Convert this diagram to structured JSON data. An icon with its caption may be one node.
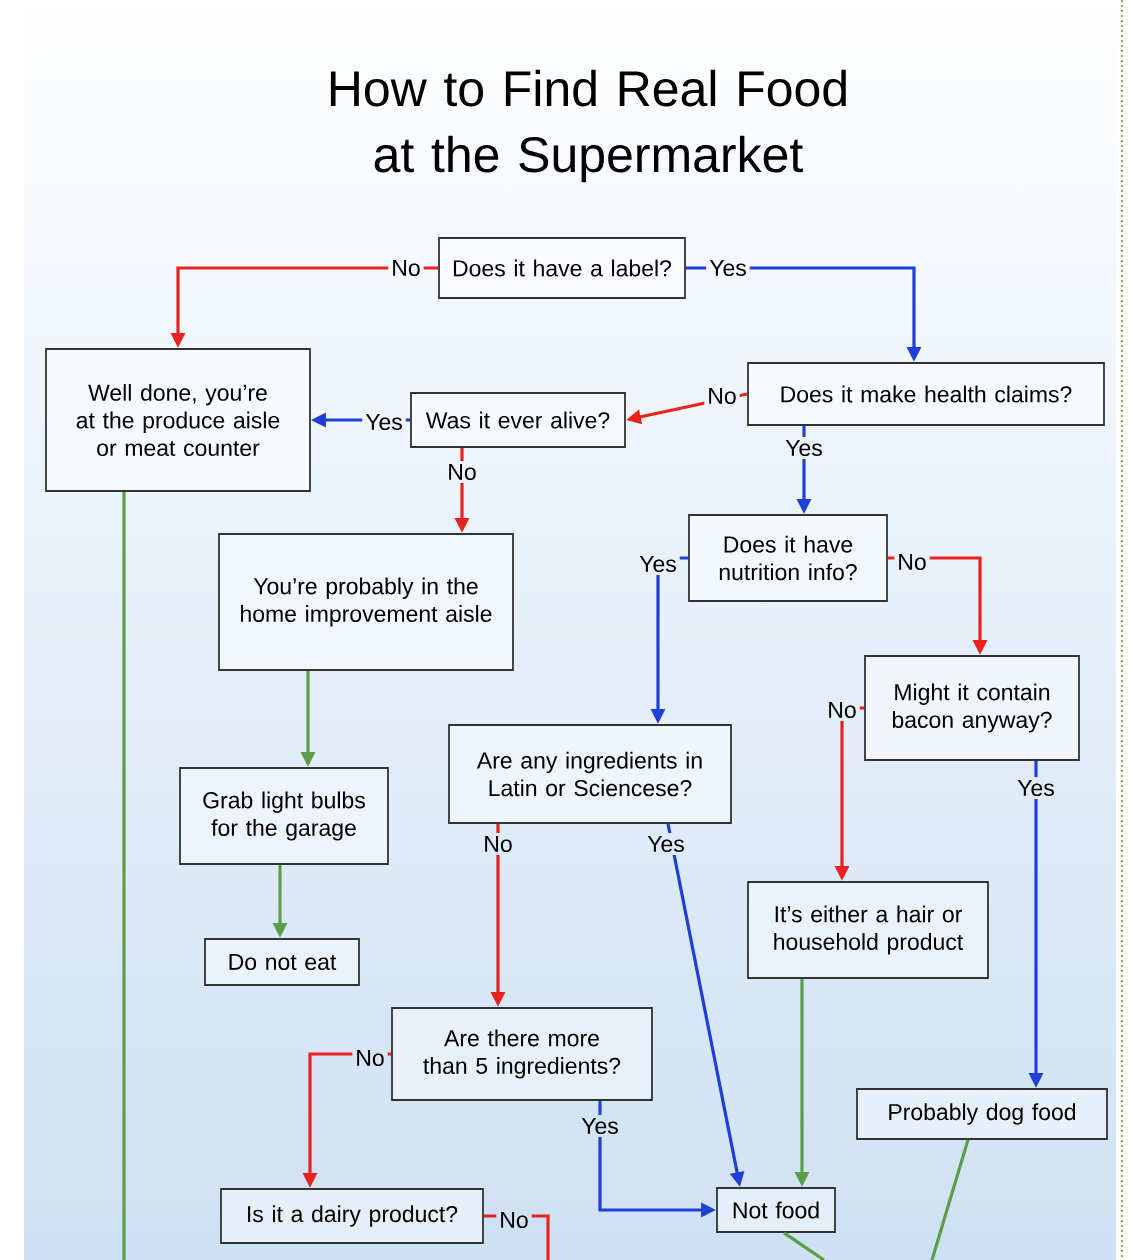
{
  "diagram": {
    "title": "How to Find Real Food at the Supermarket",
    "nodes": [
      {
        "text": [
          "Does it have a label?"
        ]
      },
      {
        "text": [
          "Well done, you’re at the produce aisle or meat counter"
        ]
      },
      {
        "text": [
          "Does it make health claims?"
        ]
      },
      {
        "text": [
          "Was it ever alive?"
        ]
      },
      {
        "text": [
          "Does it have nutrition info?"
        ]
      },
      {
        "text": [
          "You’re probably in the home improvement aisle"
        ]
      },
      {
        "text": [
          "Might it contain bacon anyway?"
        ]
      },
      {
        "text": [
          "Are any ingredients in Latin or Sciencese?"
        ]
      },
      {
        "text": [
          "Grab light bulbs for the garage"
        ]
      },
      {
        "text": [
          "It’s either a hair or household product"
        ]
      },
      {
        "text": [
          "Do not eat"
        ]
      },
      {
        "text": [
          "Are there more than 5 ingredients?"
        ]
      },
      {
        "text": [
          "Probably dog food"
        ]
      },
      {
        "text": [
          "Not food"
        ]
      },
      {
        "text": [
          "Is it a dairy product?"
        ]
      }
    ],
    "edges": [
      {
        "from": 0,
        "to": 1,
        "arrow": "to",
        "label": "No"
      },
      {
        "from": 0,
        "to": 2,
        "arrow": "to",
        "label": "Yes",
        "color": "#1f3fd8"
      },
      {
        "from": 2,
        "to": 3,
        "arrow": "to",
        "label": "No"
      },
      {
        "from": 3,
        "to": 1,
        "arrow": "to",
        "label": "Yes",
        "color": "#1f3fd8"
      },
      {
        "from": 3,
        "to": 5,
        "arrow": "to",
        "label": "No"
      },
      {
        "from": 2,
        "to": 4,
        "arrow": "to",
        "label": "Yes",
        "color": "#1f3fd8"
      },
      {
        "from": 4,
        "to": 7,
        "arrow": "to",
        "label": "Yes",
        "color": "#1f3fd8"
      },
      {
        "from": 4,
        "to": 6,
        "arrow": "to",
        "label": "No"
      },
      {
        "from": 6,
        "to": 9,
        "arrow": "to",
        "label": "No"
      },
      {
        "from": 6,
        "to": 12,
        "arrow": "to",
        "label": "Yes",
        "color": "#1f3fd8"
      },
      {
        "from": 5,
        "to": 8,
        "arrow": "to",
        "color": "#5a9e4a"
      },
      {
        "from": 8,
        "to": 10,
        "arrow": "to",
        "color": "#5a9e4a"
      },
      {
        "from": 7,
        "to": 11,
        "arrow": "to",
        "label": "No"
      },
      {
        "from": 7,
        "to": 13,
        "arrow": "to",
        "label": "Yes",
        "color": "#1f3fd8"
      },
      {
        "from": 9,
        "to": 13,
        "arrow": "to",
        "color": "#5a9e4a"
      },
      {
        "from": 11,
        "to": 14,
        "arrow": "to",
        "label": "No"
      },
      {
        "from": 11,
        "to": 13,
        "arrow": "to",
        "label": "Yes",
        "color": "#1f3fd8"
      },
      {
        "from": 1,
        "to": null,
        "arrow": "none",
        "color": "#5a9e4a"
      },
      {
        "from": 13,
        "to": null,
        "arrow": "none",
        "color": "#5a9e4a"
      },
      {
        "from": 12,
        "to": null,
        "arrow": "none",
        "color": "#5a9e4a"
      },
      {
        "from": 14,
        "to": null,
        "arrow": "none",
        "label": "No"
      }
    ]
  }
}
